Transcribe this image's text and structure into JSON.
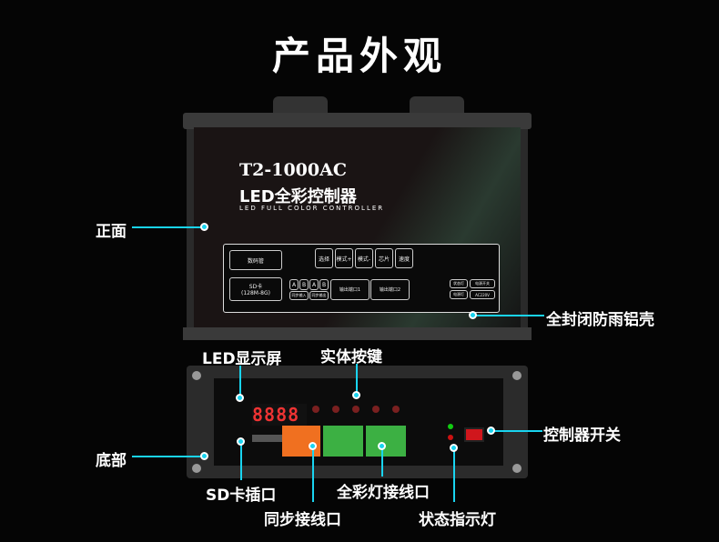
{
  "title": "产品外观",
  "device": {
    "model": "T2-1000AC",
    "name_cn": "LED全彩控制器",
    "name_en": "LED FULL COLOR CONTROLLER",
    "segment_display": "8888"
  },
  "panel": {
    "digit_tube": "数码管",
    "sd_card": "SD卡",
    "sd_range": "(128M-8G)",
    "buttons": [
      "选择",
      "模式+",
      "模式-",
      "芯片",
      "速度"
    ],
    "ab": [
      "A",
      "B",
      "A",
      "B"
    ],
    "sync_in": "同步输入",
    "sync_out": "同步输出",
    "port1": "输出端口1",
    "port2": "输出端口2",
    "status_led": "状态灯",
    "power_switch": "电源开关",
    "power_led": "电源灯",
    "voltage": "AC220V"
  },
  "annotations": {
    "front": "正面",
    "enclosure": "全封闭防雨铝壳",
    "led_display": "LED显示屏",
    "keys": "实体按键",
    "bottom": "底部",
    "switch": "控制器开关",
    "sd_slot": "SD卡插口",
    "sync_port": "同步接线口",
    "output_port": "全彩灯接线口",
    "status": "状态指示灯"
  },
  "colors": {
    "accent": "#19d4f0",
    "background": "#050505"
  }
}
